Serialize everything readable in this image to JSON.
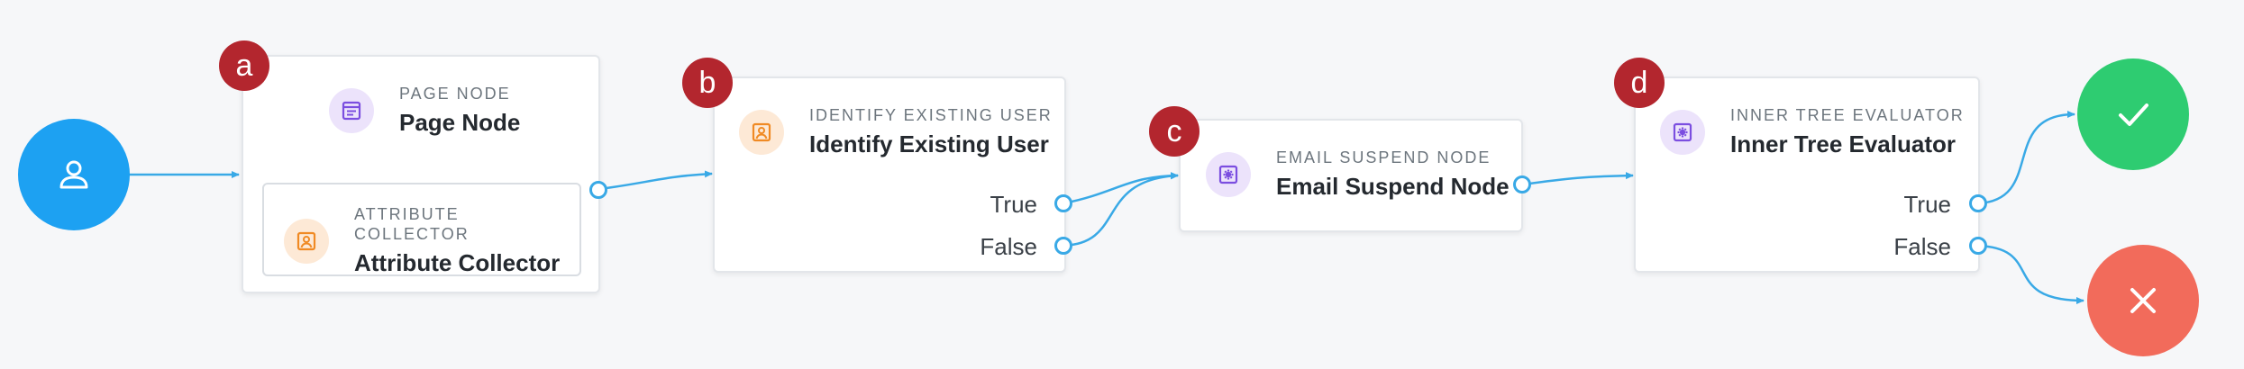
{
  "colors": {
    "start": "#1da1f2",
    "success": "#2ecc71",
    "failure": "#f26b5b",
    "wire": "#39a9e6",
    "badge": "#b3262e",
    "icon_purple": "#7b4ee0",
    "icon_orange": "#f08a24"
  },
  "start_node": {
    "icon": "user-icon"
  },
  "nodes": {
    "page_node": {
      "type": "PAGE NODE",
      "name": "Page Node",
      "icon": "page-icon",
      "badge": "a",
      "child": {
        "type": "ATTRIBUTE COLLECTOR",
        "name": "Attribute Collector",
        "icon": "contact-card-icon"
      }
    },
    "identify_user": {
      "type": "IDENTIFY EXISTING USER",
      "name": "Identify Existing User",
      "icon": "contact-card-icon",
      "badge": "b",
      "outcomes": [
        "True",
        "False"
      ]
    },
    "email_suspend": {
      "type": "EMAIL SUSPEND NODE",
      "name": "Email Suspend Node",
      "icon": "gear-icon",
      "badge": "c"
    },
    "inner_tree": {
      "type": "INNER TREE EVALUATOR",
      "name": "Inner Tree Evaluator",
      "icon": "gear-icon",
      "badge": "d",
      "outcomes": [
        "True",
        "False"
      ]
    }
  },
  "success_node": {
    "icon": "checkmark-icon"
  },
  "failure_node": {
    "icon": "x-icon"
  }
}
